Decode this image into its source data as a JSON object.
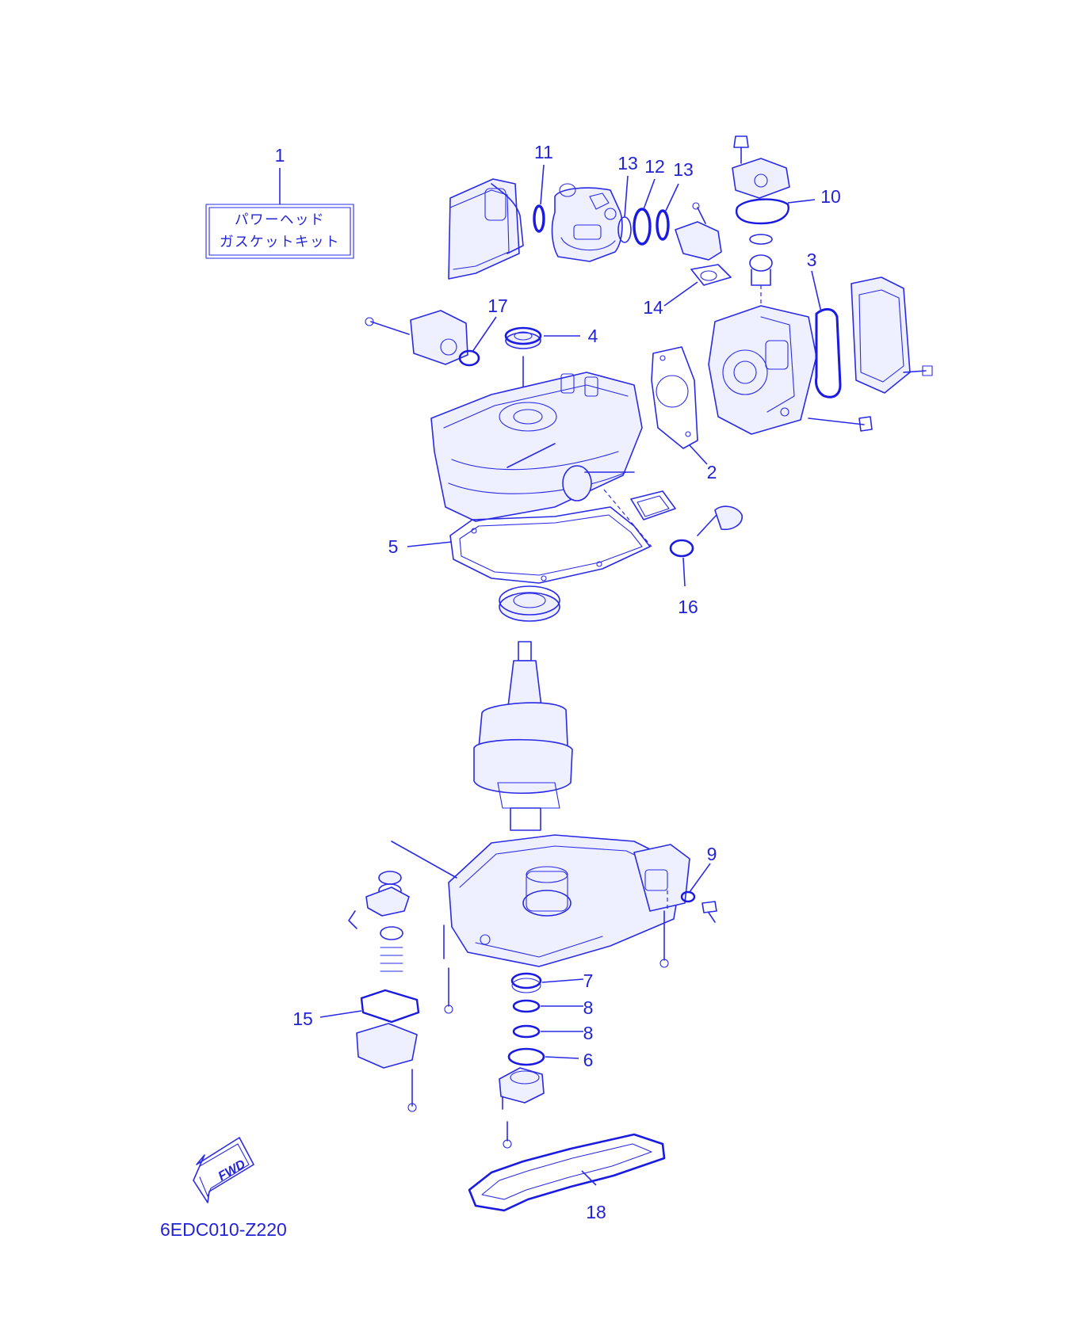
{
  "kit_label": {
    "line1": "パワーヘッド",
    "line2": "ガスケットキット"
  },
  "callouts": [
    "1",
    "2",
    "3",
    "4",
    "5",
    "6",
    "7",
    "8",
    "8",
    "9",
    "10",
    "11",
    "12",
    "13",
    "13",
    "14",
    "15",
    "16",
    "17",
    "18"
  ],
  "direction_label": "FWD",
  "diagram_code": "6EDC010-Z220",
  "colors": {
    "line": "#2a2ae6",
    "text": "#2323d6",
    "background": "#ffffff"
  }
}
